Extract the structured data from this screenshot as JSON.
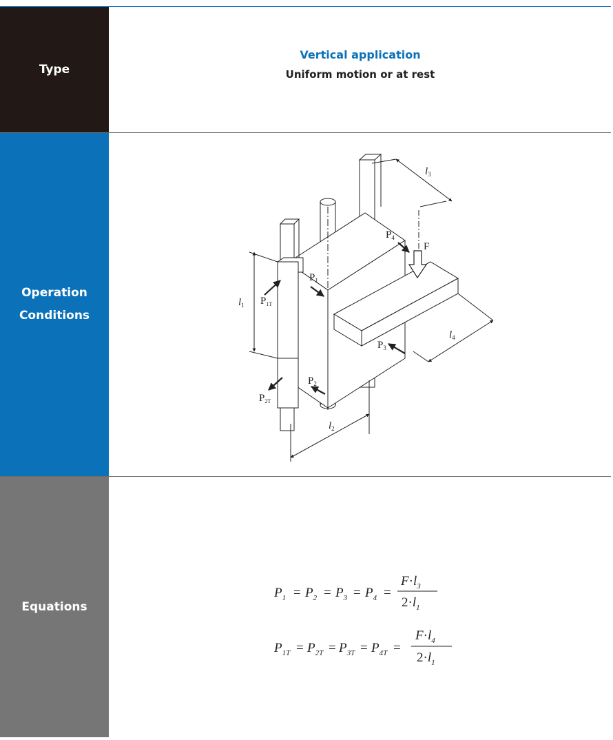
{
  "type_row": {
    "label": "Type",
    "title": "Vertical application",
    "subtitle": "Uniform motion or at rest"
  },
  "operation_row": {
    "label_line1": "Operation",
    "label_line2": "Conditions",
    "diagram_labels": {
      "F": "F",
      "P1": "P",
      "P1_sub": "1",
      "P2": "P",
      "P2_sub": "2",
      "P3": "P",
      "P3_sub": "3",
      "P4": "P",
      "P4_sub": "4",
      "P1T": "P",
      "P1T_sub": "1T",
      "P2T": "P",
      "P2T_sub": "2T",
      "l1": "l",
      "l1_sub": "1",
      "l2": "l",
      "l2_sub": "2",
      "l3": "l",
      "l3_sub": "3",
      "l4": "l",
      "l4_sub": "4"
    }
  },
  "equations_row": {
    "label": "Equations",
    "eq1": {
      "lhs": [
        "P1",
        "P2",
        "P3",
        "P4"
      ],
      "numerator": "F·l3",
      "denominator": "2·l1"
    },
    "eq2": {
      "lhs": [
        "P1T",
        "P2T",
        "P3T",
        "P4T"
      ],
      "numerator": "F·l4",
      "denominator": "2·l1"
    },
    "glyphs": {
      "P": "P",
      "eq": "=",
      "F": "F",
      "l": "l",
      "two": "2",
      "dot": "·",
      "s1": "1",
      "s2": "2",
      "s3": "3",
      "s4": "4",
      "s1T": "1T",
      "s2T": "2T",
      "s3T": "3T",
      "s4T": "4T"
    }
  },
  "colors": {
    "type_bg": "#221815",
    "ops_bg": "#0b72b9",
    "eq_bg": "#767676",
    "accent_text": "#0b72b9"
  }
}
